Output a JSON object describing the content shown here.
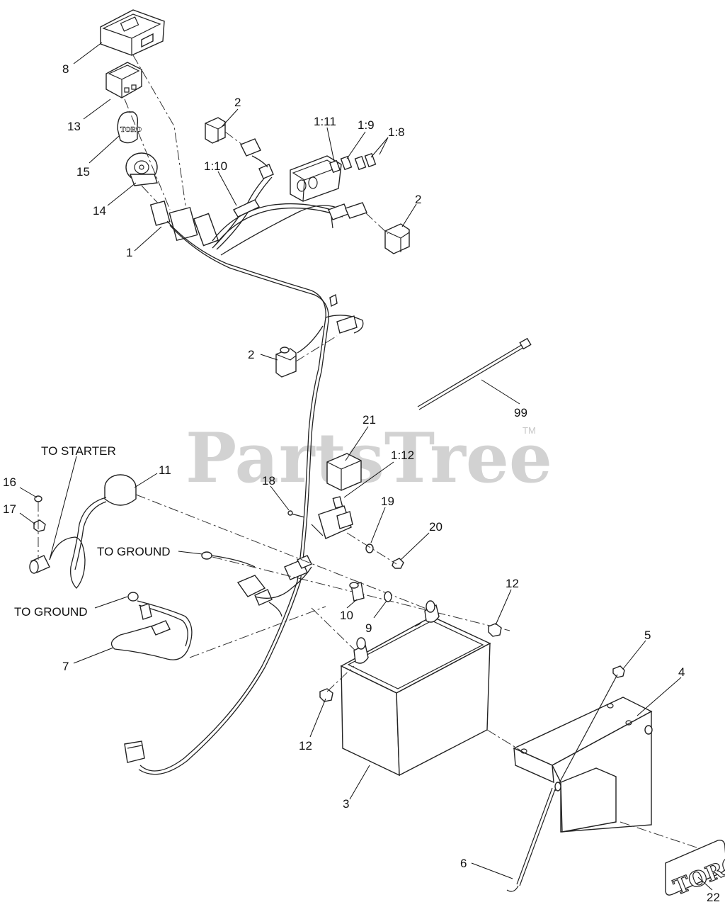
{
  "watermark": {
    "text": "PartsTree",
    "tm": "TM"
  },
  "labels": {
    "to_starter": "TO STARTER",
    "to_ground_upper": "TO GROUND",
    "to_ground_lower": "TO GROUND"
  },
  "logos": {
    "decal": "TORO",
    "key_tag": "TORO"
  },
  "callouts": [
    {
      "id": "c8",
      "text": "8"
    },
    {
      "id": "c13",
      "text": "13"
    },
    {
      "id": "c15",
      "text": "15"
    },
    {
      "id": "c14",
      "text": "14"
    },
    {
      "id": "c1",
      "text": "1"
    },
    {
      "id": "c2a",
      "text": "2"
    },
    {
      "id": "c1-11",
      "text": "1:11"
    },
    {
      "id": "c1-9",
      "text": "1:9"
    },
    {
      "id": "c1-8",
      "text": "1:8"
    },
    {
      "id": "c1-10",
      "text": "1:10"
    },
    {
      "id": "c2b",
      "text": "2"
    },
    {
      "id": "c2c",
      "text": "2"
    },
    {
      "id": "c99",
      "text": "99"
    },
    {
      "id": "c21",
      "text": "21"
    },
    {
      "id": "c1-12",
      "text": "1:12"
    },
    {
      "id": "c11",
      "text": "11"
    },
    {
      "id": "c16",
      "text": "16"
    },
    {
      "id": "c17",
      "text": "17"
    },
    {
      "id": "c18",
      "text": "18"
    },
    {
      "id": "c19",
      "text": "19"
    },
    {
      "id": "c20",
      "text": "20"
    },
    {
      "id": "c12a",
      "text": "12"
    },
    {
      "id": "c10",
      "text": "10"
    },
    {
      "id": "c9",
      "text": "9"
    },
    {
      "id": "c7",
      "text": "7"
    },
    {
      "id": "c5",
      "text": "5"
    },
    {
      "id": "c4",
      "text": "4"
    },
    {
      "id": "c12b",
      "text": "12"
    },
    {
      "id": "c3",
      "text": "3"
    },
    {
      "id": "c6",
      "text": "6"
    },
    {
      "id": "c22",
      "text": "22"
    }
  ]
}
